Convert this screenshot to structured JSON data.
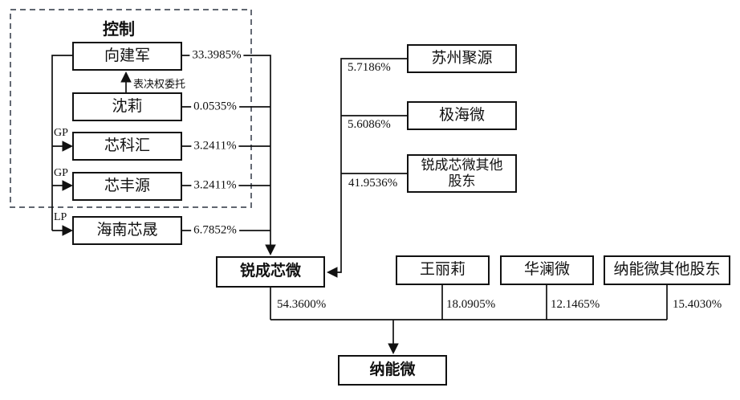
{
  "figure": {
    "control_group_label": "控制",
    "voting_delegation_label": "表决权委托",
    "role_labels": {
      "gp_xinkehui": "GP",
      "gp_xinfengyuan": "GP",
      "lp_hainanxinsheng": "LP"
    },
    "colors": {
      "line": "#111111",
      "box_border": "#111111",
      "dashed_border": "#4a505c",
      "background": "#ffffff"
    },
    "nodes": {
      "xiang_jianjun": {
        "name": "向建军",
        "stake": "33.3985%"
      },
      "shen_li": {
        "name": "沈莉",
        "stake": "0.0535%"
      },
      "xin_ke_hui": {
        "name": "芯科汇",
        "stake": "3.2411%"
      },
      "xin_feng_yuan": {
        "name": "芯丰源",
        "stake": "3.2411%"
      },
      "hainan_xin_sheng": {
        "name": "海南芯晟",
        "stake": "6.7852%"
      },
      "suzhou_ju_yuan": {
        "name": "苏州聚源",
        "stake": "5.7186%"
      },
      "ji_hai_wei": {
        "name": "极海微",
        "stake": "5.6086%"
      },
      "ruicheng_other_holders": {
        "name": "锐成芯微其他股东",
        "stake": "41.9536%"
      },
      "ruicheng_xinwei": {
        "name": "锐成芯微",
        "stake": "54.3600%"
      },
      "wang_li_li": {
        "name": "王丽莉",
        "stake": "18.0905%"
      },
      "hua_lan_wei": {
        "name": "华澜微",
        "stake": "12.1465%"
      },
      "naneng_other_holders": {
        "name": "纳能微其他股东",
        "stake": "15.4030%"
      },
      "naneng_wei": {
        "name": "纳能微"
      }
    }
  }
}
